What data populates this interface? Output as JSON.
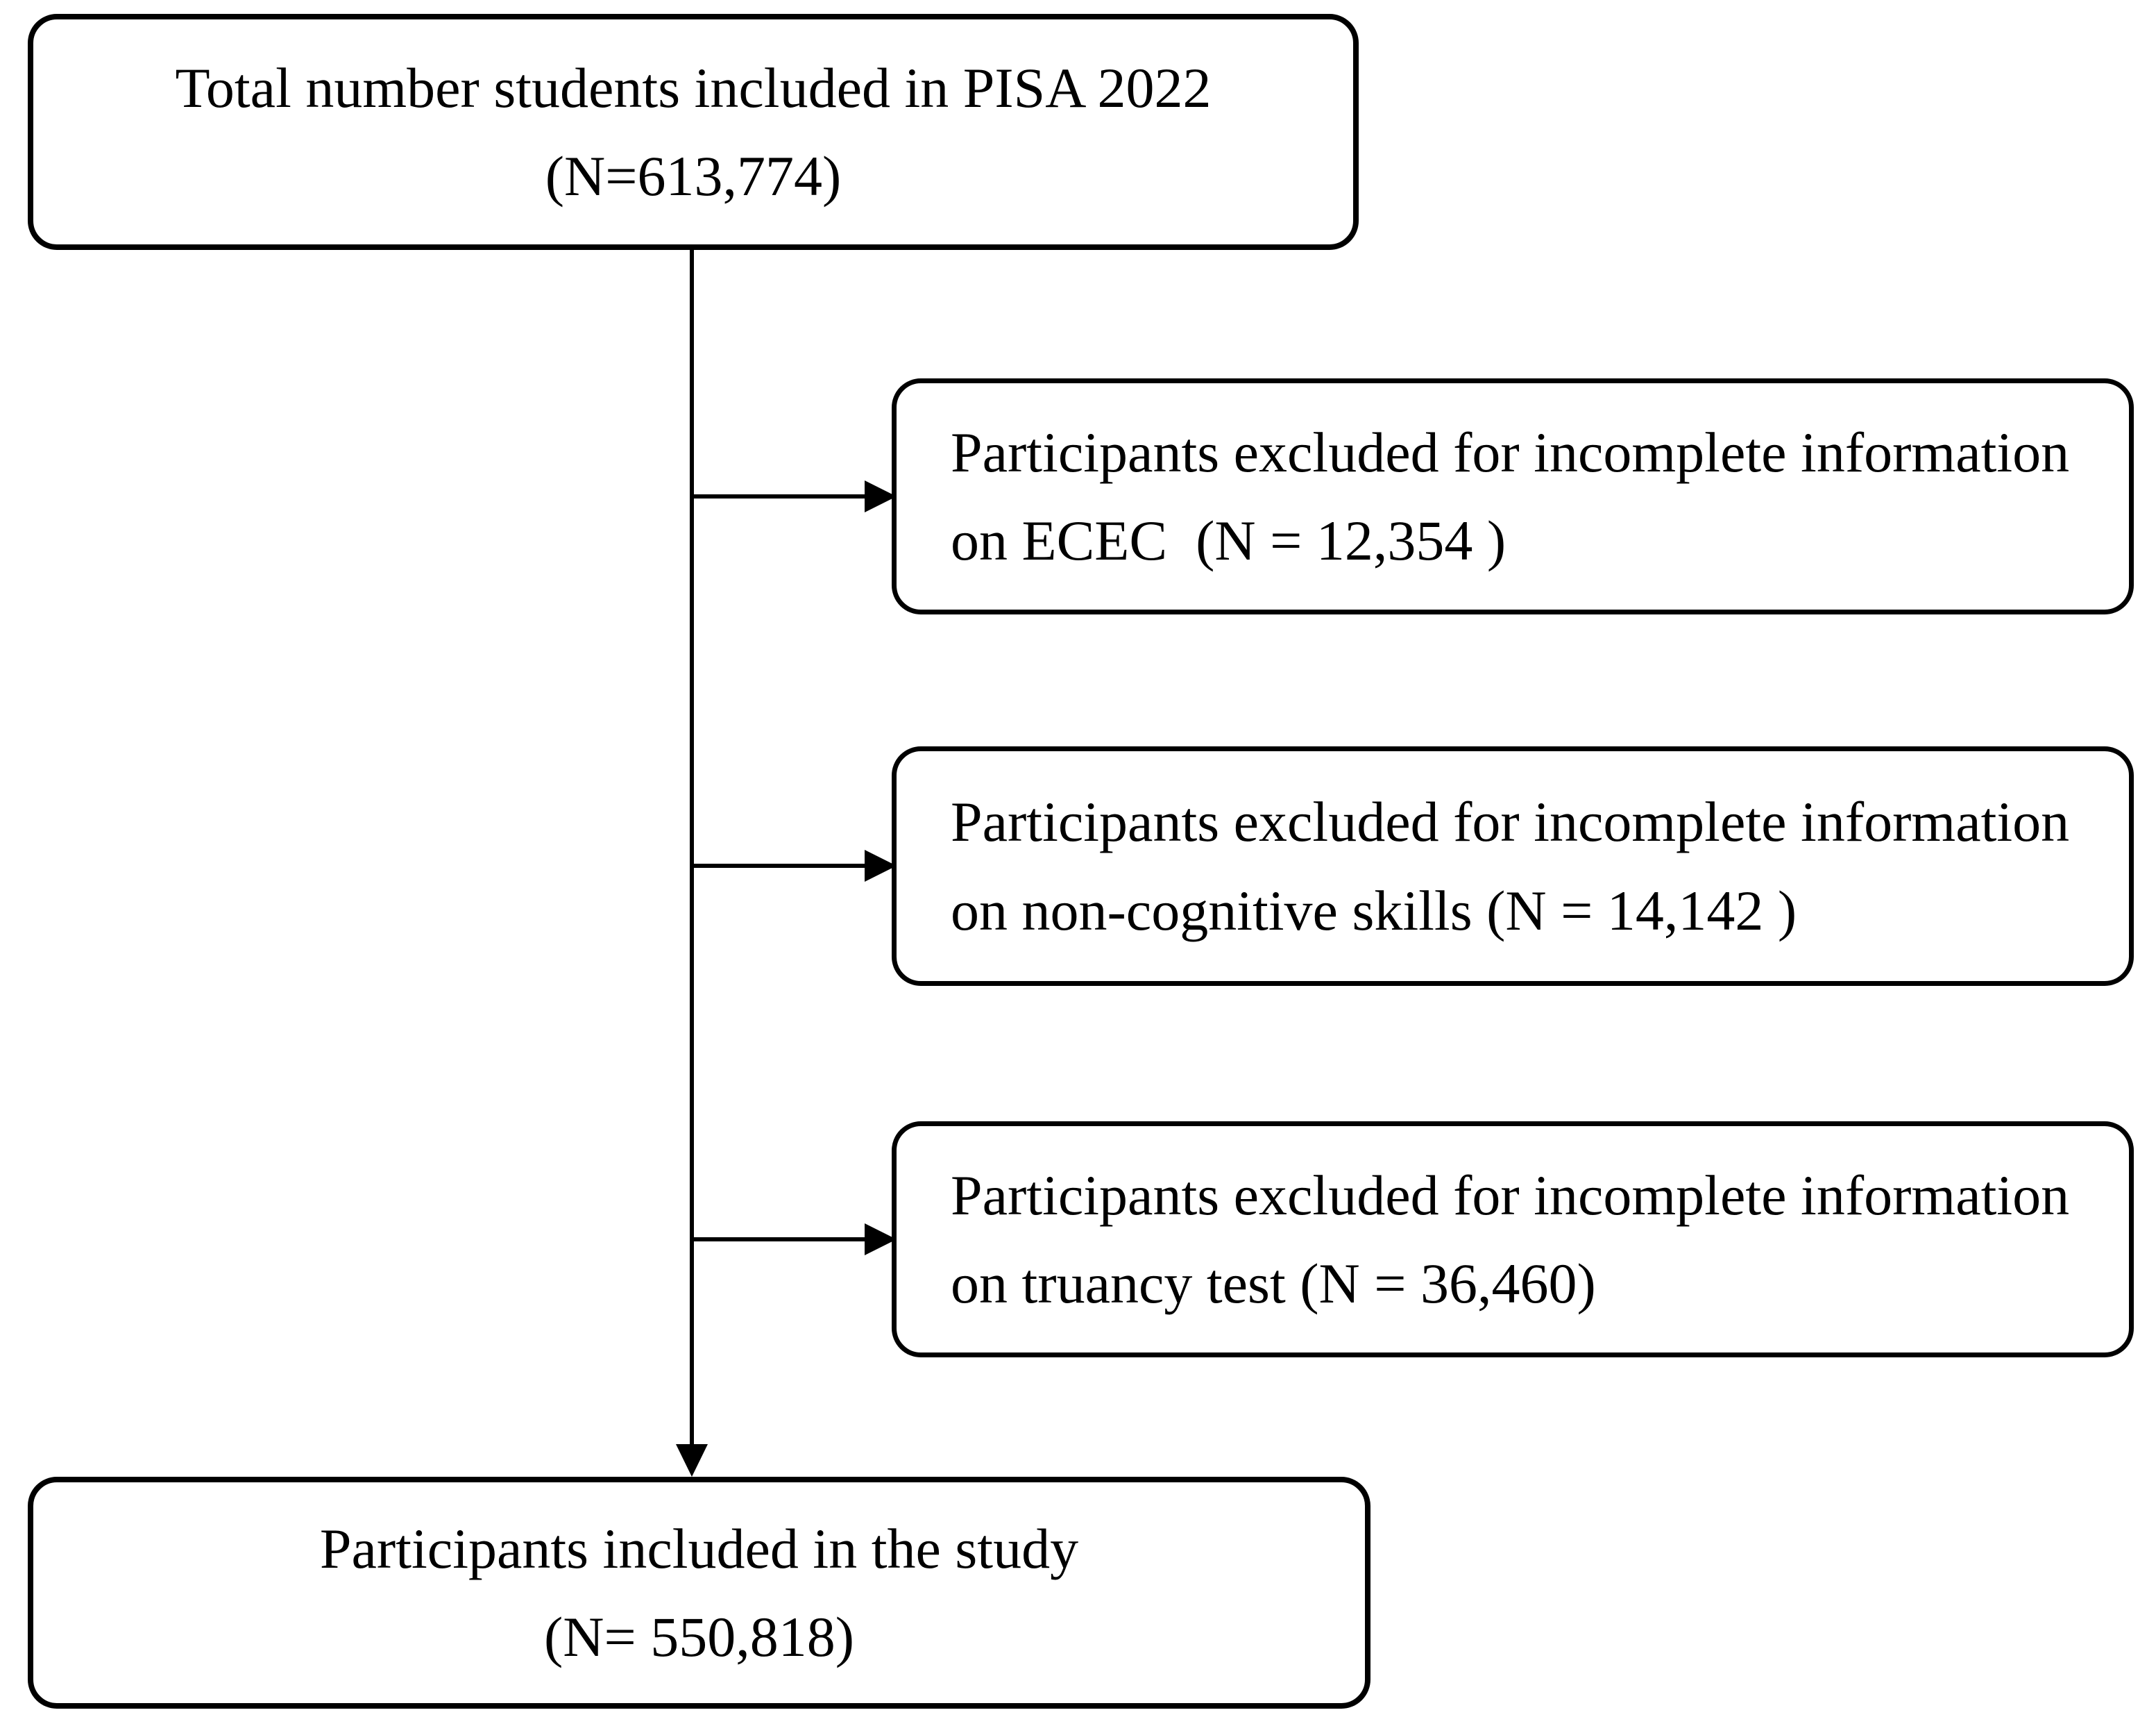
{
  "flow": {
    "colors": {
      "background": "#ffffff",
      "box_border": "#000000",
      "connector": "#000000",
      "text": "#000000"
    },
    "top_box": {
      "line1": "Total number students included in PISA 2022",
      "line2": "(N=613,774)"
    },
    "exclusion_boxes": [
      {
        "line1": "Participants excluded for incomplete information",
        "line2": "on ECEC  (N = 12,354 )"
      },
      {
        "line1": "Participants excluded for incomplete information",
        "line2": "on non-cognitive skills (N = 14,142 )"
      },
      {
        "line1": "Participants excluded for incomplete information",
        "line2": "on truancy test (N = 36,460)"
      }
    ],
    "bottom_box": {
      "line1": "Participants included in the study",
      "line2": "(N= 550,818)"
    }
  }
}
